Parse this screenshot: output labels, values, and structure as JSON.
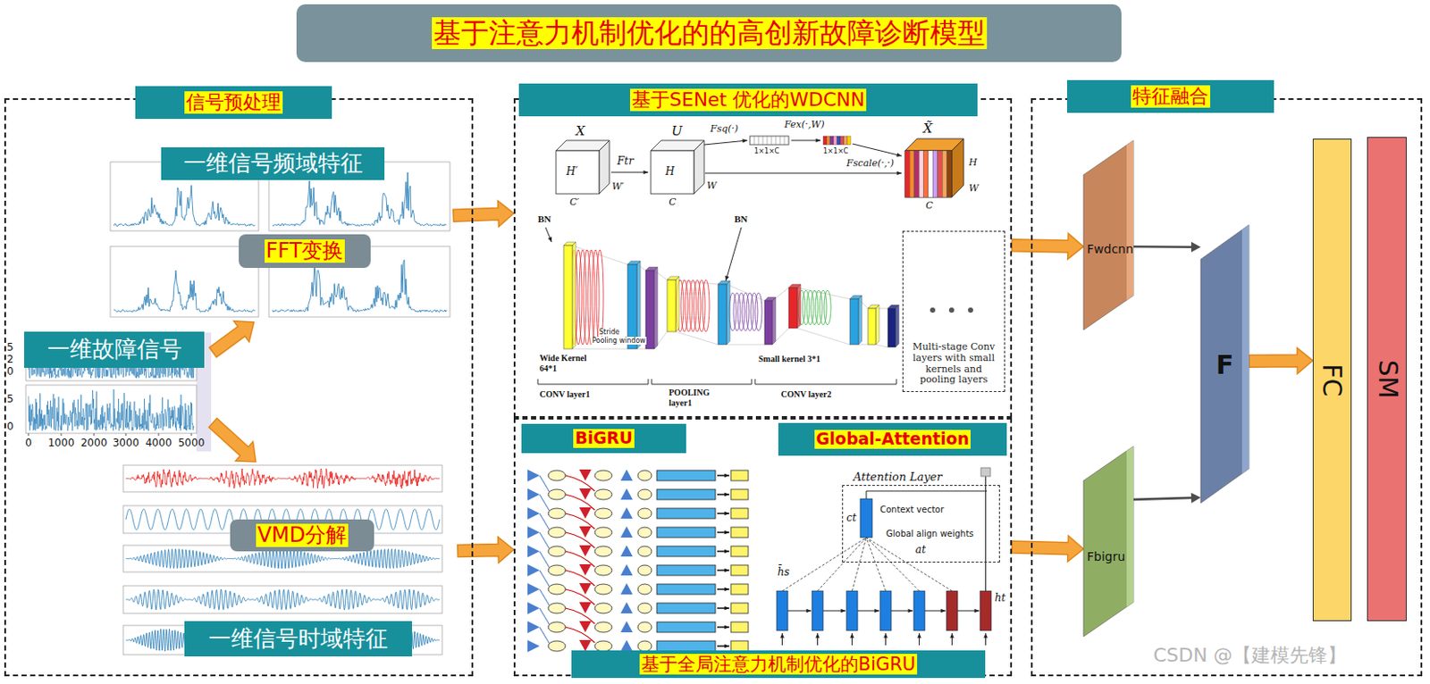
{
  "diagram": {
    "title": "基于注意力机制优化的的高创新故障诊断模型",
    "nodes": [
      {
        "text": [
          "信号预处理"
        ]
      },
      {
        "text": [
          "一维信号频域特征"
        ],
        "in": 0
      },
      {
        "text": [
          "FFT变换"
        ],
        "in": 1
      },
      {
        "text": [
          "一维故障信号"
        ],
        "in": 0
      },
      {
        "text": [
          "一维信号时域特征"
        ],
        "in": 0
      },
      {
        "text": [
          "VMD分解"
        ],
        "in": 4
      },
      {
        "text": [
          "基于SENet 优化的WDCNN"
        ]
      },
      {
        "text": [
          "Multi-stage Conv layers with small kernels and pooling layers"
        ],
        "in": 6
      },
      {
        "text": [
          "基于全局注意力机制优化的BiGRU"
        ]
      },
      {
        "text": [
          "BiGRU"
        ],
        "in": 8
      },
      {
        "text": [
          "Global-Attention"
        ],
        "in": 8
      },
      {
        "text": [
          "Attention Layer"
        ],
        "in": 8
      },
      {
        "text": [
          "特征融合"
        ]
      },
      {
        "text": [
          "Fwdcnn"
        ],
        "in": 12
      },
      {
        "text": [
          "Fbigru"
        ],
        "in": 12
      },
      {
        "text": [
          "F"
        ],
        "in": 12
      },
      {
        "text": [
          "FC"
        ],
        "in": 12
      },
      {
        "text": [
          "SM"
        ],
        "in": 12
      }
    ],
    "edges": [
      {
        "from": 3,
        "to": 1,
        "arrow": "to"
      },
      {
        "from": 3,
        "to": 4,
        "arrow": "to"
      },
      {
        "from": 1,
        "to": 6,
        "arrow": "to"
      },
      {
        "from": 4,
        "to": 8,
        "arrow": "to"
      },
      {
        "from": 6,
        "to": 13,
        "arrow": "to"
      },
      {
        "from": 8,
        "to": 14,
        "arrow": "to"
      },
      {
        "from": 13,
        "to": 15,
        "arrow": "to"
      },
      {
        "from": 14,
        "to": 15,
        "arrow": "to"
      },
      {
        "from": 15,
        "to": 16,
        "arrow": "to"
      }
    ],
    "labels": [
      "X",
      "H′",
      "W′",
      "C′",
      "Ftr",
      "U",
      "H",
      "W",
      "C",
      "Fsq(·)",
      "1×1×C",
      "Fex(·,W)",
      "1×1×C",
      "Fscale(·,·)",
      "X̃",
      "H",
      "W",
      "C",
      "BN",
      "BN",
      "Stride",
      "Pooling window",
      "Wide Kernel 64*1",
      "Small kernel 3*1",
      "CONV layer1",
      "POOLING layer1",
      "CONV layer2",
      "ct",
      "Context vector",
      "Global align weights",
      "at",
      "h̄s",
      "ht",
      "5",
      "2",
      "0",
      "5",
      "0",
      "0",
      "1000",
      "2000",
      "3000",
      "4000",
      "5000",
      "CSDN @【建模先锋】"
    ]
  }
}
